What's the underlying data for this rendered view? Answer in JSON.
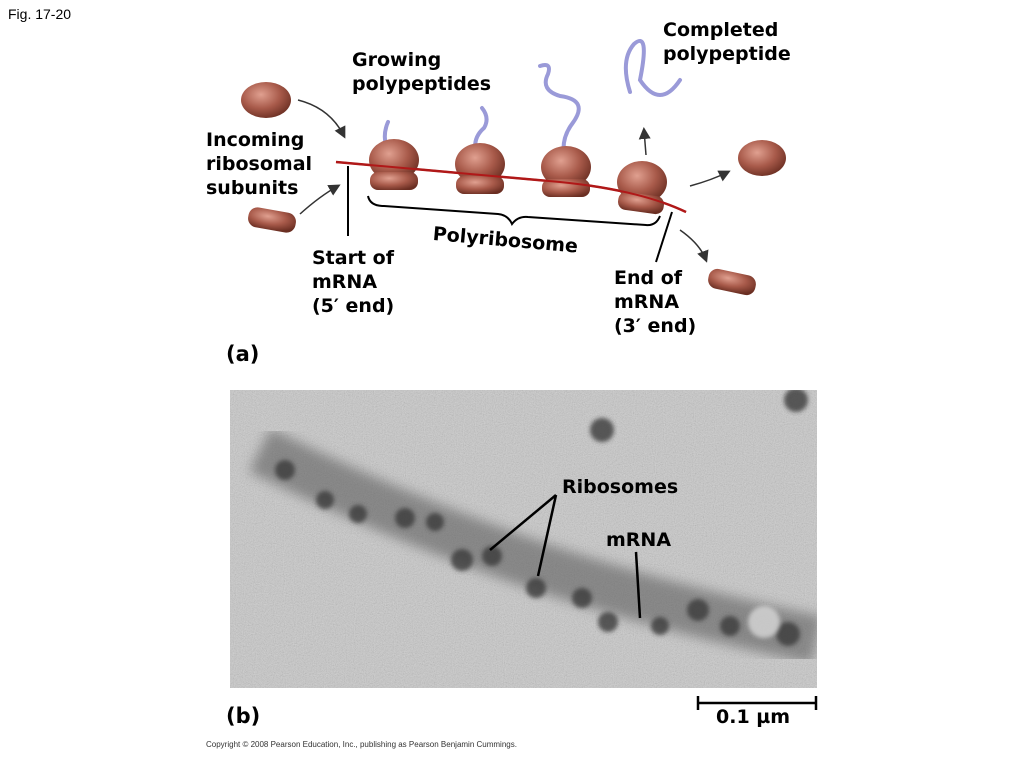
{
  "figure": {
    "label": "Fig. 17-20"
  },
  "panel_a": {
    "letter": "(a)",
    "labels": {
      "completed": "Completed\npolypeptide",
      "growing": "Growing\npolypeptides",
      "incoming": "Incoming\nribosomal\nsubunits",
      "polyribosome": "Polyribosome",
      "start": "Start of\nmRNA\n(5′ end)",
      "end": "End of\nmRNA\n(3′ end)"
    },
    "colors": {
      "ribosome": "#a85a4a",
      "mrna": "#b01818",
      "polypeptide": "#9a9ad8"
    }
  },
  "panel_b": {
    "letter": "(b)",
    "labels": {
      "ribosomes": "Ribosomes",
      "mrna": "mRNA"
    },
    "scale": "0.1 µm"
  },
  "copyright": "Copyright © 2008 Pearson Education, Inc., publishing as Pearson Benjamin Cummings."
}
